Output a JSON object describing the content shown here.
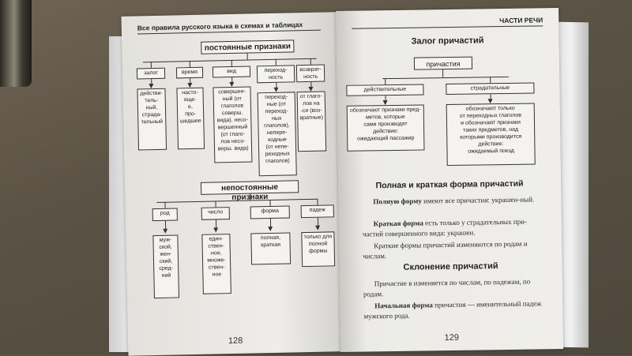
{
  "left_page": {
    "running_head": "Все правила русского языка в схемах и таблицах",
    "constant_features": {
      "title": "постоянные признаки",
      "columns": [
        {
          "head": "залог",
          "body": "действи-\nтель-\nный,\nстрада-\nтельный"
        },
        {
          "head": "время",
          "body": "насто-\nяще-\nе,\nпро-\nшедшее"
        },
        {
          "head": "вид",
          "body": "совершен-\nный (от\nглаголов\nсоверш.\nвида), несо-\nвершенный\n(от глаго-\nлов несо-\nверш. вида)"
        },
        {
          "head": "переход-\nность",
          "body": "переход-\nные (от\nпереход-\nных\nглаголов),\nнепере-\nходные\n(от непе-\nреходных\nглаголов)"
        },
        {
          "head": "возврат-\nность",
          "body": "от глаго-\nлов на\n-ся (воз-\nвратные)"
        }
      ]
    },
    "variable_features": {
      "title": "непостоянные признаки",
      "columns": [
        {
          "head": "род",
          "body": "муж-\nской,\nжен-\nский,\nсред-\nний"
        },
        {
          "head": "число",
          "body": "един-\nствен-\nное,\nмноже-\nствен-\nное"
        },
        {
          "head": "форма",
          "body": "полная,\nкраткая"
        },
        {
          "head": "падеж",
          "body": "только для\nполной\nформы"
        }
      ]
    },
    "folio": "128"
  },
  "right_page": {
    "running_head": "ЧАСТИ РЕЧИ",
    "voice_title": "Залог причастий",
    "root_box": "причастия",
    "branches": [
      {
        "head": "действительные",
        "body": "обозначают признаки пред-\nметов, которые\nсами производят\nдействие:\nожидающий пассажир"
      },
      {
        "head": "страдательные",
        "body": "обозначают только\nот переходных глаголов\nи обозначают признаки\nтаких предметов, над\nкоторыми производится\nдействие:\nожидаемый поезд"
      }
    ],
    "full_short_title": "Полная и краткая форма причастий",
    "full_short_paragraphs": [
      {
        "bold": "Полную форму",
        "text": " имеют все причастия: украшен-ный."
      },
      {
        "bold": "Краткая форма",
        "text": " есть только у страдательных при-частий совершенного вида: украшен."
      },
      {
        "bold": "",
        "text": "Краткие формы причастий изменяются по родам и числам."
      }
    ],
    "declension_title": "Склонение причастий",
    "declension_paragraphs": [
      {
        "bold": "",
        "text": "Причастие в изменяется по числам, по падежам, по родам."
      },
      {
        "bold": "Начальная форма",
        "text": " причастия — именительный падеж мужского рода."
      }
    ],
    "folio": "129"
  }
}
